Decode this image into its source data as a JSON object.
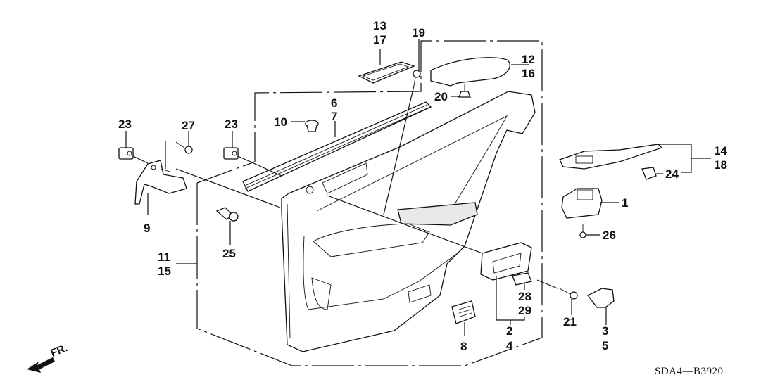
{
  "diagram": {
    "title_code": "SDA4—B3920",
    "direction_indicator": "FR.",
    "callouts": [
      {
        "id": "c1",
        "label": "1"
      },
      {
        "id": "c2_4",
        "label": "2\n4"
      },
      {
        "id": "c3_5",
        "label": "3\n5"
      },
      {
        "id": "c6_7",
        "label": "6\n7"
      },
      {
        "id": "c8",
        "label": "8"
      },
      {
        "id": "c9",
        "label": "9"
      },
      {
        "id": "c10",
        "label": "10"
      },
      {
        "id": "c11_15",
        "label": "11\n15"
      },
      {
        "id": "c12_16",
        "label": "12\n16"
      },
      {
        "id": "c13_17",
        "label": "13\n17"
      },
      {
        "id": "c14_18",
        "label": "14\n18"
      },
      {
        "id": "c19",
        "label": "19"
      },
      {
        "id": "c20",
        "label": "20"
      },
      {
        "id": "c21",
        "label": "21"
      },
      {
        "id": "c23a",
        "label": "23"
      },
      {
        "id": "c23b",
        "label": "23"
      },
      {
        "id": "c24",
        "label": "24"
      },
      {
        "id": "c25",
        "label": "25"
      },
      {
        "id": "c26",
        "label": "26"
      },
      {
        "id": "c27",
        "label": "27"
      },
      {
        "id": "c28_29",
        "label": "28\n29"
      }
    ],
    "labels": {
      "l1": "1",
      "l2": "2",
      "l4": "4",
      "l3": "3",
      "l5": "5",
      "l6": "6",
      "l7": "7",
      "l8": "8",
      "l9": "9",
      "l10": "10",
      "l11": "11",
      "l15": "15",
      "l12": "12",
      "l16": "16",
      "l13": "13",
      "l17": "17",
      "l14": "14",
      "l18": "18",
      "l19": "19",
      "l20": "20",
      "l21": "21",
      "l23a": "23",
      "l23b": "23",
      "l24": "24",
      "l25": "25",
      "l26": "26",
      "l27": "27",
      "l28": "28",
      "l29": "29"
    },
    "parts": [
      "door-lining-panel",
      "power-window-switch",
      "inside-handle",
      "handle-cover",
      "weatherstrip",
      "speaker-grille",
      "bracket",
      "clip",
      "armrest-pad",
      "trim-pocket",
      "switch-panel",
      "screw",
      "grommet",
      "clip-nut"
    ]
  }
}
